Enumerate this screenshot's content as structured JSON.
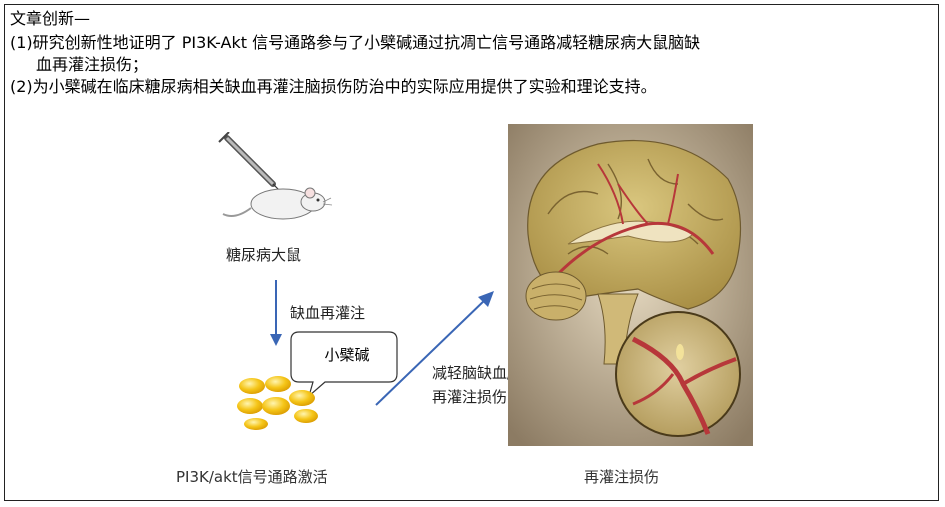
{
  "header": {
    "title": "文章创新—",
    "point1_line1": "(1)研究创新性地证明了  PI3K-Akt 信号通路参与了小檗碱通过抗凋亡信号通路减轻糖尿病大鼠脑缺",
    "point1_line2": "血再灌注损伤；",
    "point2": "(2)为小檗碱在临床糖尿病相关缺血再灌注脑损伤防治中的实际应用提供了实验和理论支持。"
  },
  "diagram": {
    "rat_label": "糖尿病大鼠",
    "ischemia_label": "缺血再灌注",
    "drug_label": "小檗碱",
    "pathway_label": "PI3K/akt信号通路激活",
    "effect_label_line1": "减轻脑缺血/",
    "effect_label_line2": "再灌注损伤",
    "brain_label": "再灌注损伤"
  },
  "colors": {
    "arrow": "#3a66b5",
    "pill": "#f5c518",
    "brain_tissue": "#c9b36a",
    "vessel": "#b7373a"
  }
}
